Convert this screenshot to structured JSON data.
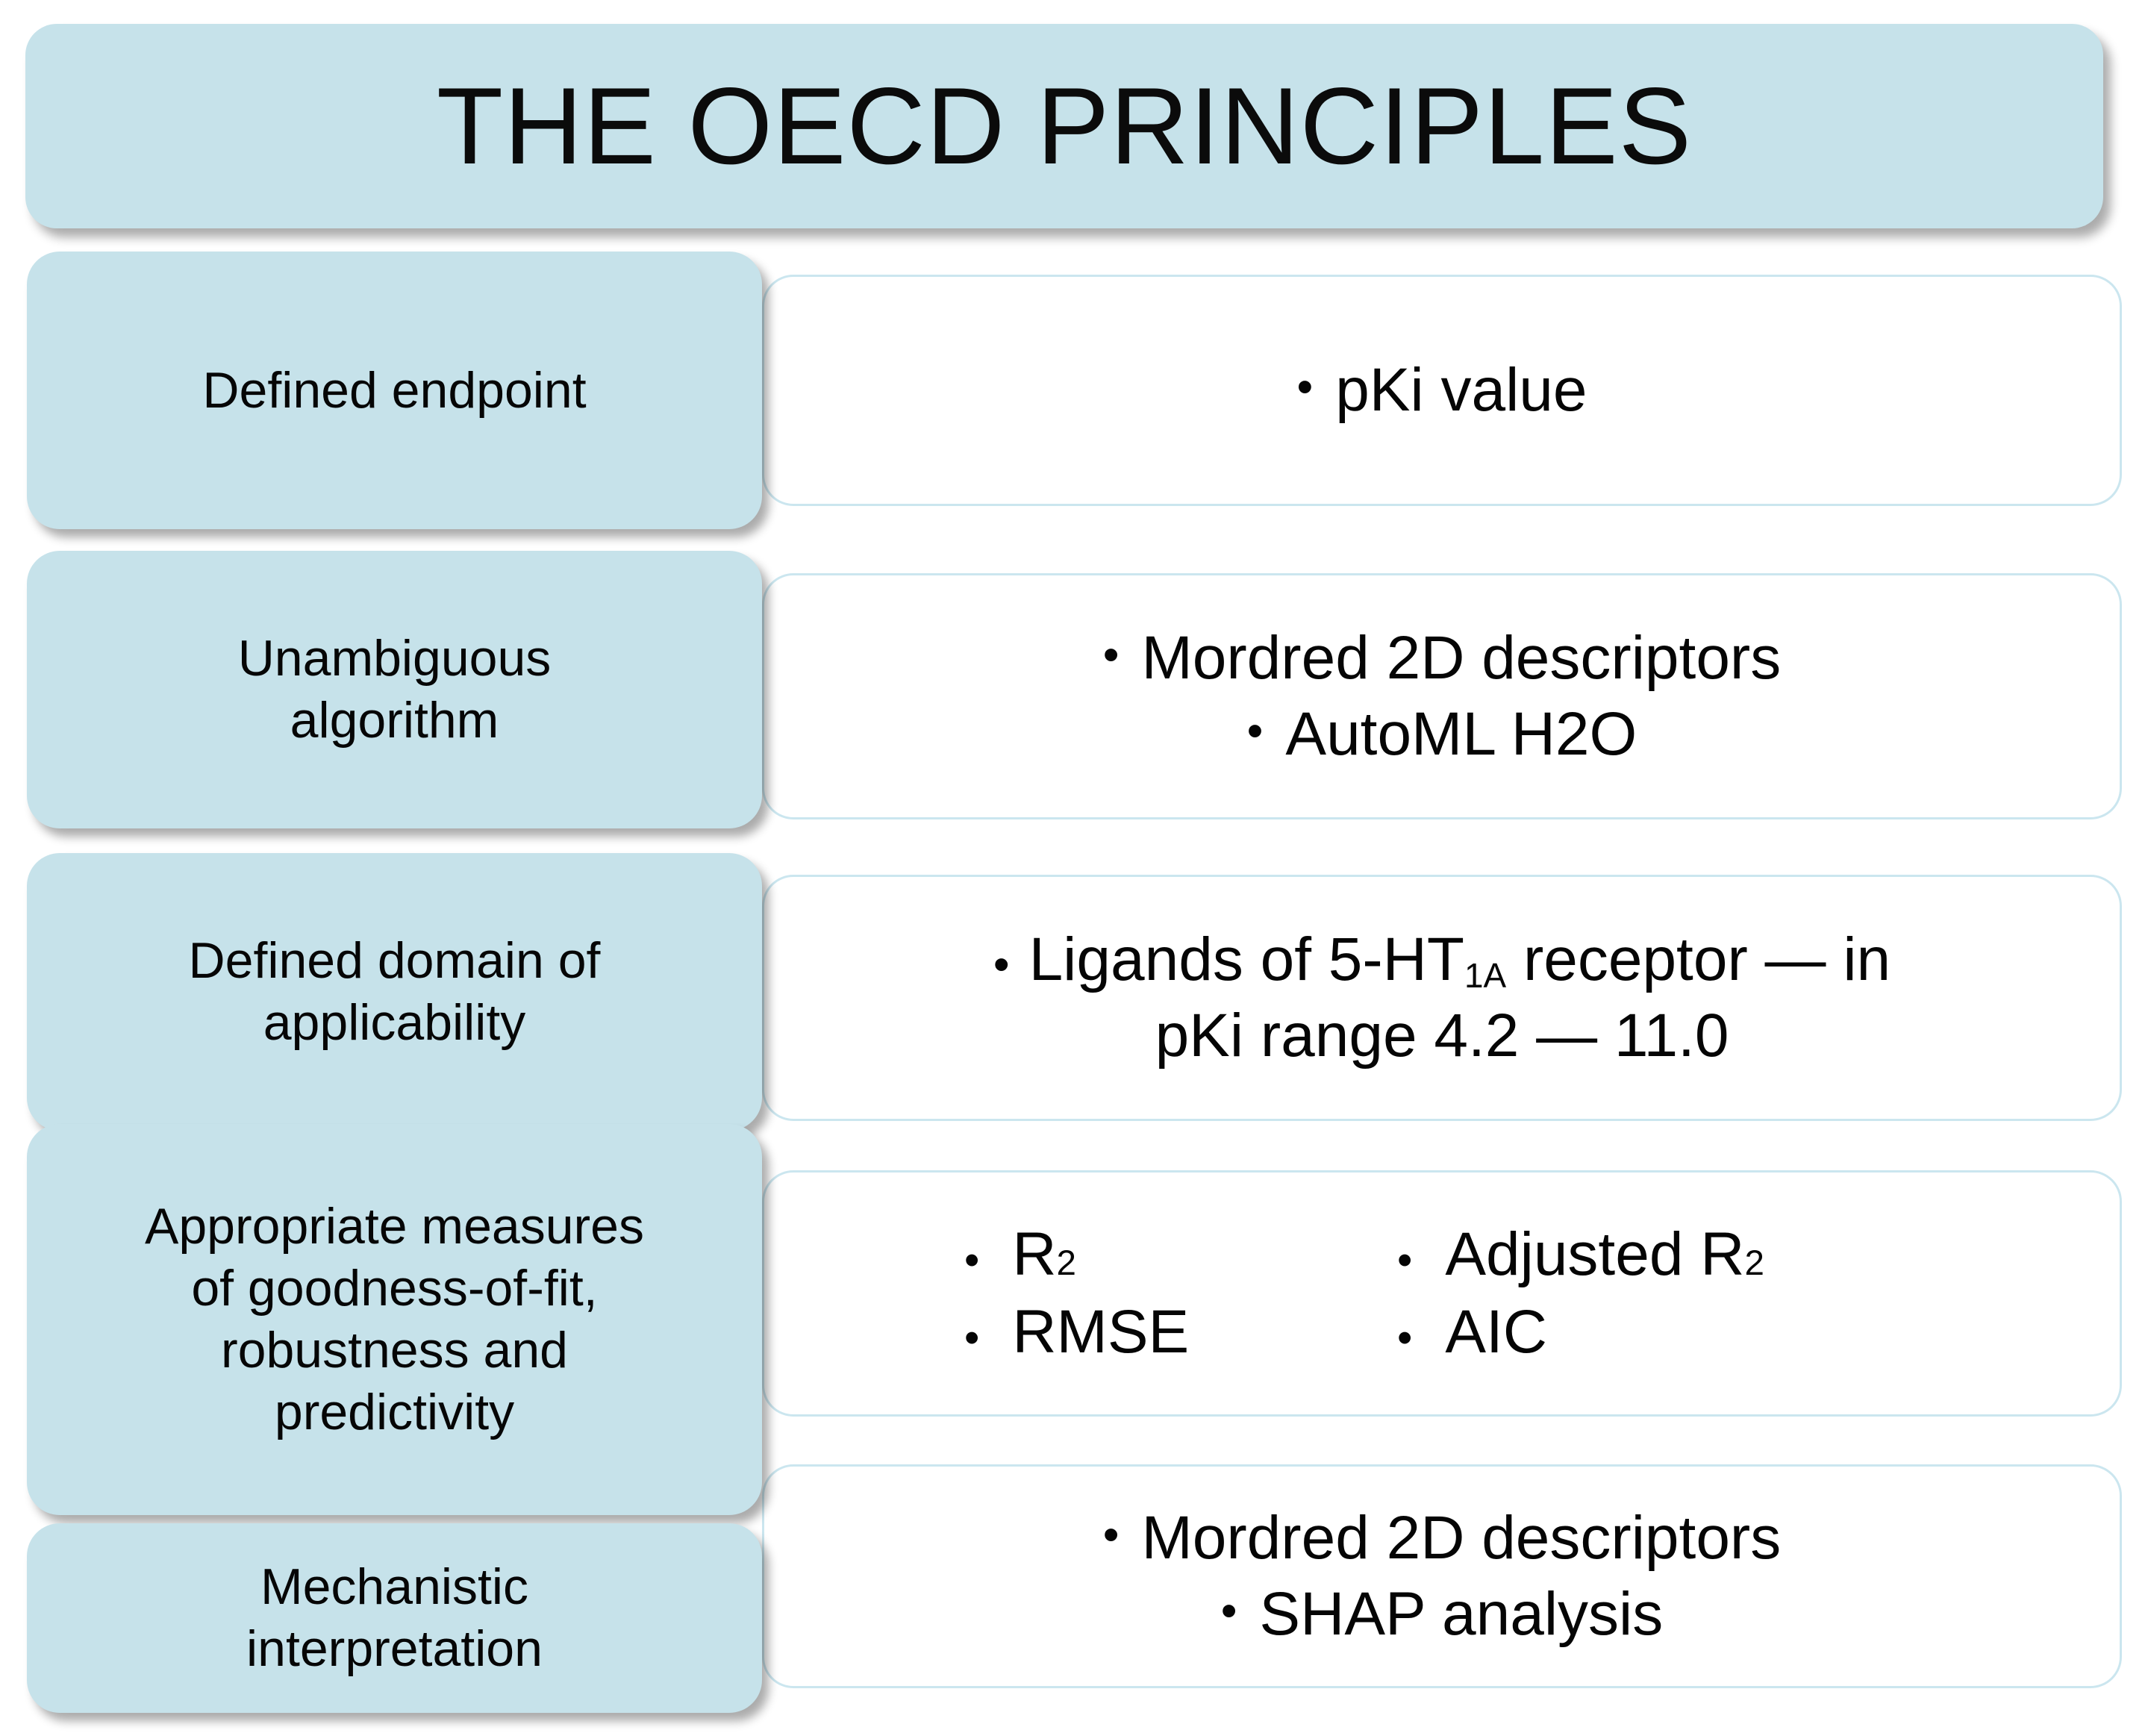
{
  "title": {
    "text": "THE OECD PRINCIPLES"
  },
  "colors": {
    "pill_fill": "#c6e2ea",
    "card_border": "#cbe6ef",
    "card_fill": "#ffffff",
    "text": "#000000"
  },
  "bullet_glyph": "•",
  "rows": [
    {
      "label": "Defined endpoint",
      "label_lines": [
        "Defined endpoint"
      ],
      "content_lines": [
        "pKi value"
      ]
    },
    {
      "label": "Unambiguous algorithm",
      "label_lines": [
        "Unambiguous",
        "algorithm"
      ],
      "content_lines": [
        "Mordred 2D descriptors",
        "AutoML H2O"
      ]
    },
    {
      "label": "Defined domain of applicability",
      "label_lines": [
        "Defined domain of",
        "applicability"
      ],
      "content_lines": [
        "Ligands of 5-HT1A receptor — in pKi range 4.2 — 11.0"
      ],
      "content_parts": {
        "p1": "Ligands of 5-HT",
        "sub": "1A",
        "p2": " receptor — in",
        "line2": "pKi range 4.2 — 11.0"
      }
    },
    {
      "label": "Appropriate measures of goodness-of-fit, robustness and predictivity",
      "label_lines": [
        "Appropriate measures",
        "of goodness-of-fit,",
        "robustness and",
        "predictivity"
      ],
      "metrics": [
        {
          "base": "R",
          "sup": "2"
        },
        {
          "base": "Adjusted R",
          "sup": "2"
        },
        {
          "base": "RMSE",
          "sup": ""
        },
        {
          "base": "AIC",
          "sup": ""
        }
      ]
    },
    {
      "label": "Mechanistic interpretation",
      "label_lines": [
        "Mechanistic",
        "interpretation"
      ],
      "content_lines": [
        "Mordred 2D descriptors",
        "SHAP analysis"
      ]
    }
  ]
}
